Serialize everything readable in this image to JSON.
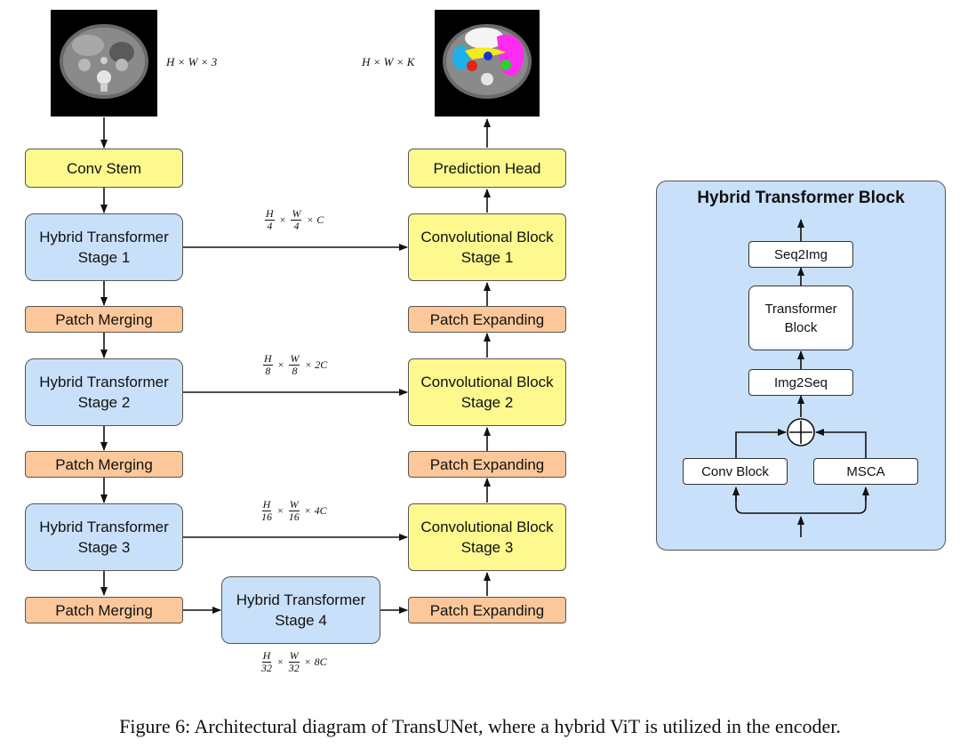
{
  "input_dims": "H × W × 3",
  "output_dims": "H × W × K",
  "encoder": {
    "conv_stem": "Conv Stem",
    "stage1": "Hybrid Transformer\nStage 1",
    "stage2": "Hybrid Transformer\nStage 2",
    "stage3": "Hybrid Transformer\nStage 3",
    "stage4": "Hybrid Transformer\nStage 4",
    "merge1": "Patch Merging",
    "merge2": "Patch Merging",
    "merge3": "Patch Merging"
  },
  "decoder": {
    "prediction_head": "Prediction Head",
    "conv1": "Convolutional Block\nStage 1",
    "conv2": "Convolutional Block\nStage 2",
    "conv3": "Convolutional Block\nStage 3",
    "expand1": "Patch Expanding",
    "expand2": "Patch Expanding",
    "expand3": "Patch Expanding"
  },
  "skip_dims": {
    "s1": {
      "h_num": "H",
      "h_den": "4",
      "w_num": "W",
      "w_den": "4",
      "ch": "C"
    },
    "s2": {
      "h_num": "H",
      "h_den": "8",
      "w_num": "W",
      "w_den": "8",
      "ch": "2C"
    },
    "s3": {
      "h_num": "H",
      "h_den": "16",
      "w_num": "W",
      "w_den": "16",
      "ch": "4C"
    },
    "s4": {
      "h_num": "H",
      "h_den": "32",
      "w_num": "W",
      "w_den": "32",
      "ch": "8C"
    }
  },
  "hybrid_block": {
    "title": "Hybrid Transformer Block",
    "seq2img": "Seq2Img",
    "transformer": "Transformer\nBlock",
    "img2seq": "Img2Seq",
    "conv_block": "Conv Block",
    "msca": "MSCA"
  },
  "caption": "Figure 6: Architectural diagram of TransUNet, where a hybrid ViT is utilized in the encoder.",
  "colors": {
    "yellow": "#fdf98e",
    "blue": "#c9e0fa",
    "orange": "#fcc79a"
  }
}
